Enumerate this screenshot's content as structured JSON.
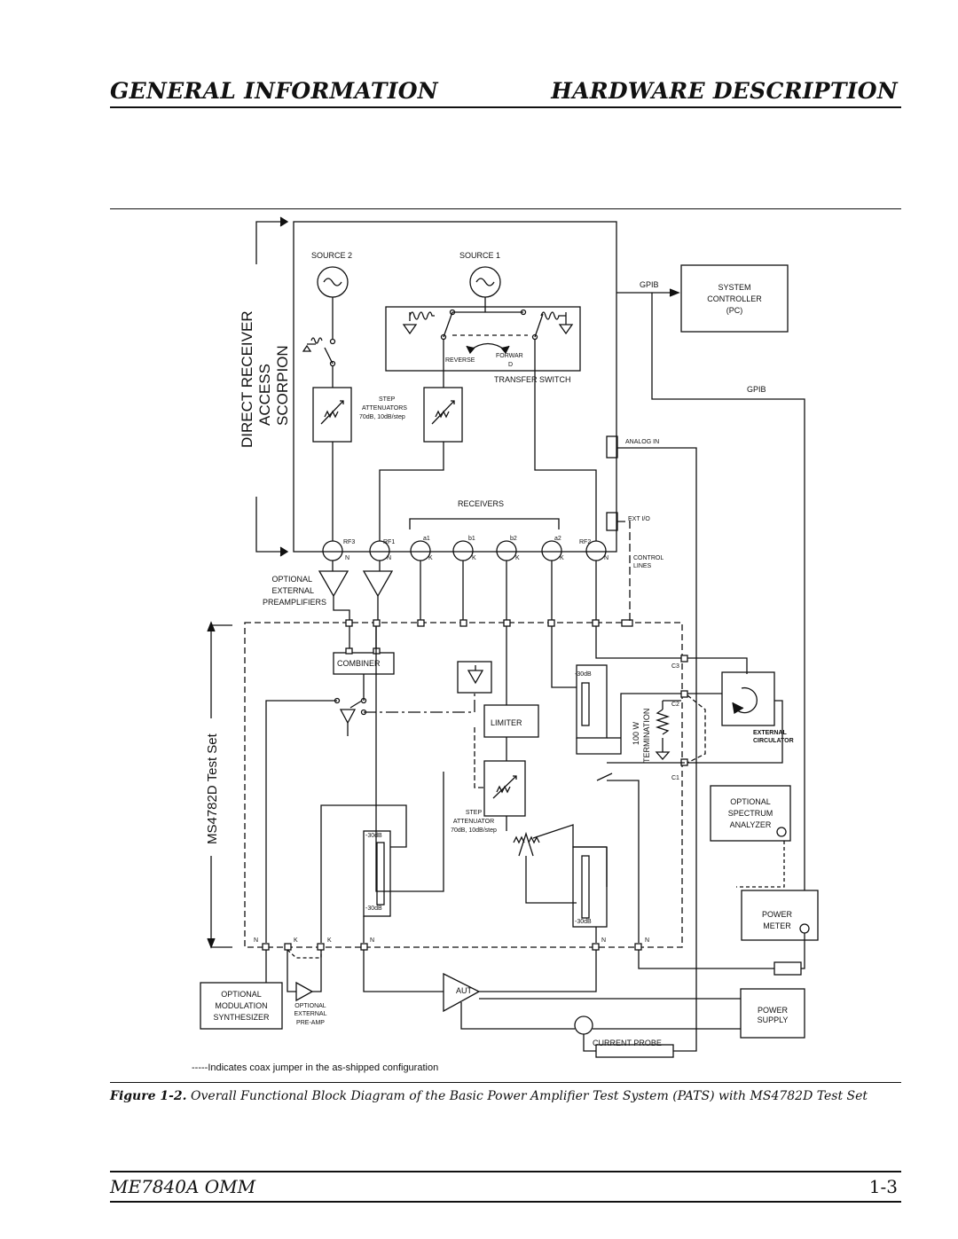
{
  "header": {
    "left": "GENERAL INFORMATION",
    "right": "HARDWARE DESCRIPTION"
  },
  "diagram": {
    "side_labels": {
      "drac_line1": "DIRECT RECEIVER",
      "drac_line2": "ACCESS",
      "drac_line3": "SCORPION",
      "testset": "MS4782D Test Set"
    },
    "source2": "SOURCE 2",
    "source1": "SOURCE 1",
    "transfer_switch": "TRANSFER SWITCH",
    "reverse": "REVERSE",
    "forward": "FORWAR",
    "forward2": "D",
    "step_att_line1": "STEP",
    "step_att_line2": "ATTENUATORS",
    "step_att_line3": "70dB, 10dB/step",
    "gpib": "GPIB",
    "gpib2": "GPIB",
    "system_controller": [
      "SYSTEM",
      "CONTROLLER",
      "(PC)"
    ],
    "analog_in": "ANALOG IN",
    "ext_io": "EXT I/O",
    "receivers": "RECEIVERS",
    "ports": [
      "RF3",
      "RF1",
      "a1",
      "b1",
      "b2",
      "a2",
      "RF2"
    ],
    "port_types": [
      "N",
      "N",
      "K",
      "K",
      "K",
      "K",
      "N"
    ],
    "control_lines": [
      "CONTROL",
      "LINES"
    ],
    "optional_preamps": [
      "OPTIONAL",
      "EXTERNAL",
      "PREAMPLIFIERS"
    ],
    "combiner": "COMBINER",
    "limiter": "LIMITER",
    "att_30db": "-30dB",
    "termination": [
      "100 W",
      "TERMINATION"
    ],
    "external_circulator": [
      "EXTERNAL",
      "CIRCULATOR"
    ],
    "c_labels": [
      "C3",
      "C2",
      "C1"
    ],
    "optional_spectrum": [
      "OPTIONAL",
      "SPECTRUM",
      "ANALYZER"
    ],
    "step_attenuator": [
      "STEP",
      "ATTENUATOR",
      "70dB, 10dB/step"
    ],
    "power_meter": [
      "POWER",
      "METER"
    ],
    "optional_mod": [
      "OPTIONAL",
      "MODULATION",
      "SYNTHESIZER"
    ],
    "optional_ext_preamp": [
      "OPTIONAL",
      "EXTERNAL",
      "PRE-AMP"
    ],
    "aut": "AUT",
    "power_supply": [
      "POWER",
      "SUPPLY"
    ],
    "current_probe": "CURRENT PROBE",
    "legend": "-----Indicates coax jumper in the as-shipped configuration",
    "bottom_types": [
      "N",
      "K",
      "K",
      "N",
      "N",
      "N"
    ]
  },
  "caption": {
    "figure": "Figure 1-2.",
    "text": "Overall Functional Block Diagram of the Basic Power Amplifier Test System (PATS) with MS4782D Test Set"
  },
  "footer": {
    "left": "ME7840A OMM",
    "right": "1-3"
  }
}
